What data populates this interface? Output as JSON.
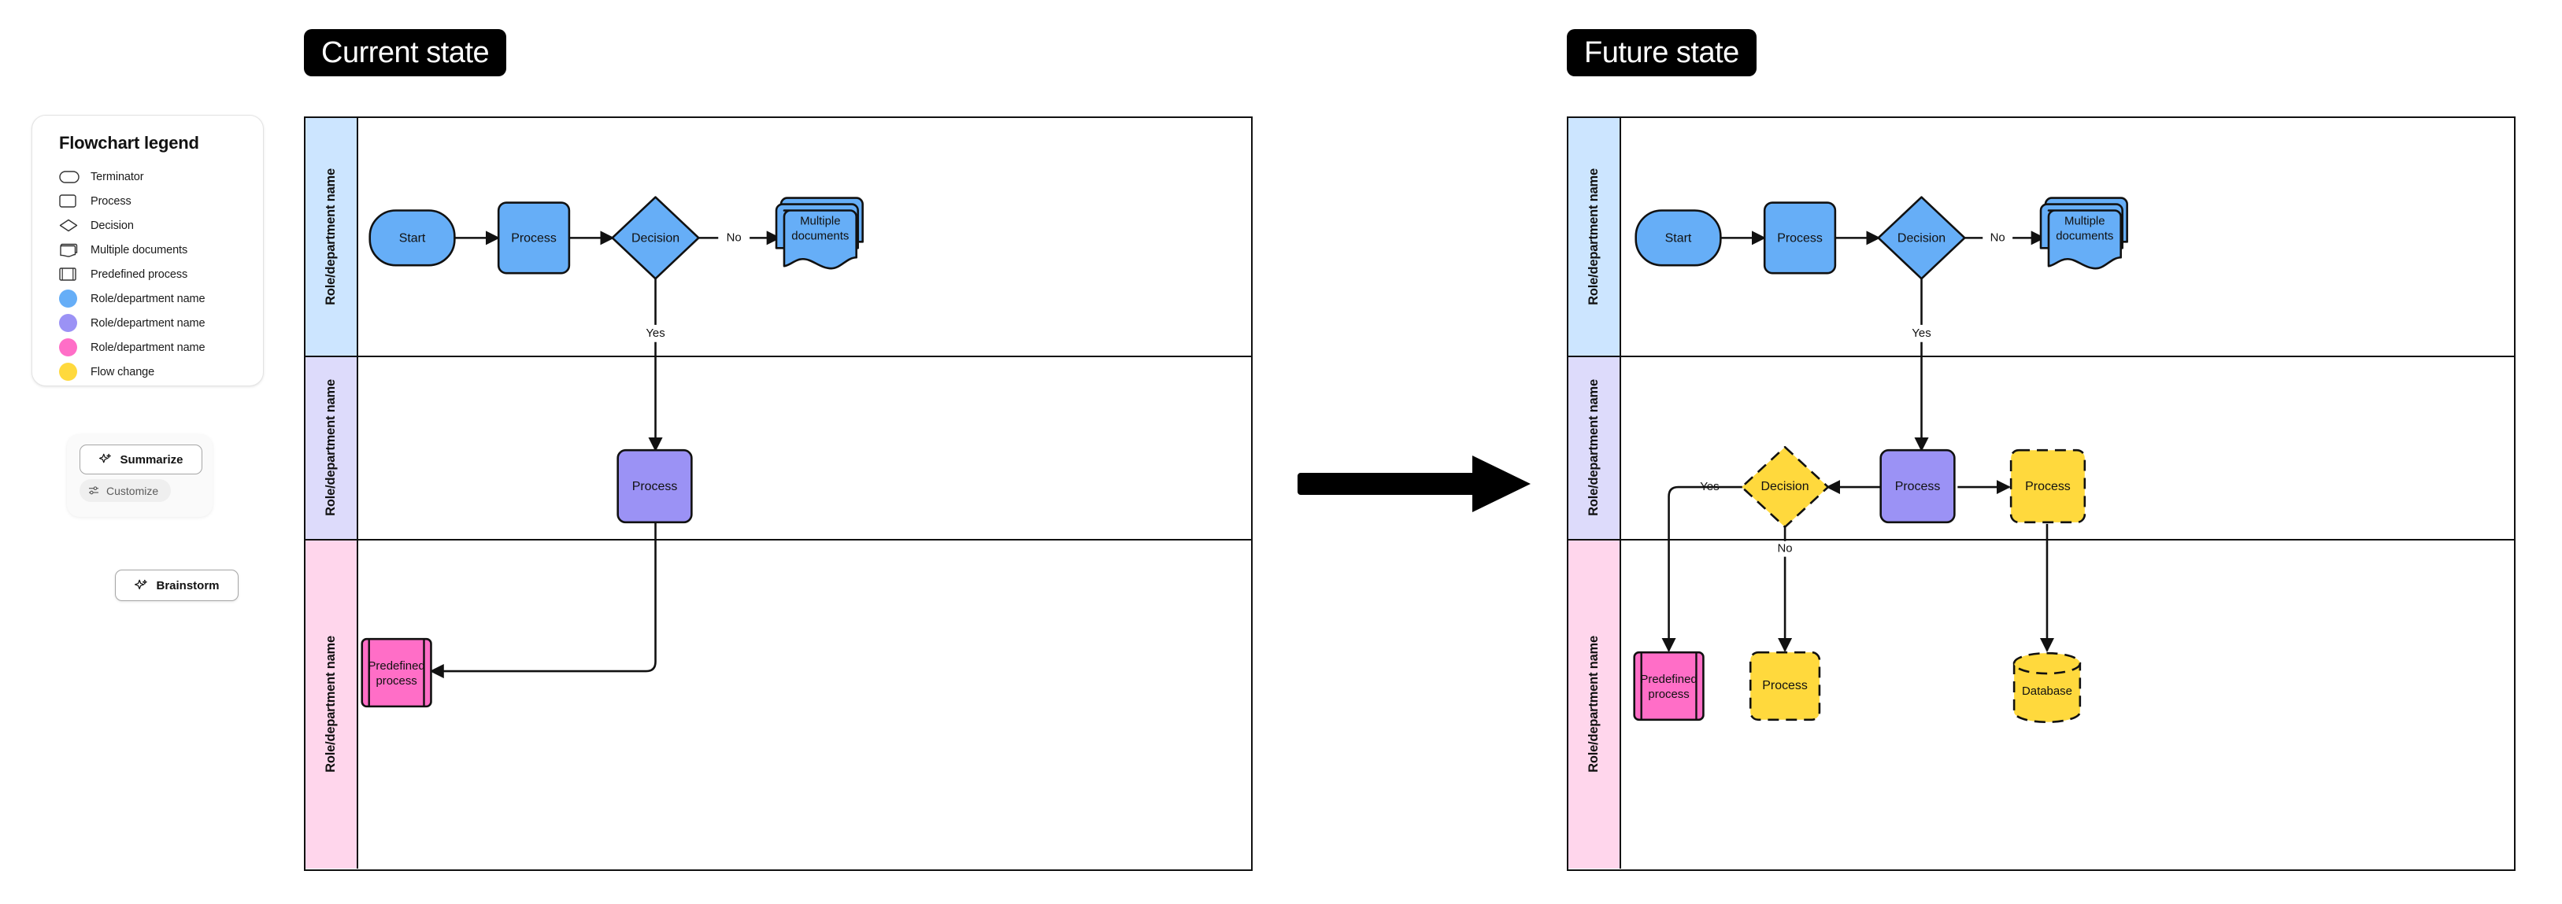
{
  "legend": {
    "title": "Flowchart legend",
    "items": [
      {
        "label": "Terminator",
        "icon": "terminator-shape-icon",
        "kind": "shape"
      },
      {
        "label": "Process",
        "icon": "process-shape-icon",
        "kind": "shape"
      },
      {
        "label": "Decision",
        "icon": "decision-shape-icon",
        "kind": "shape"
      },
      {
        "label": "Multiple documents",
        "icon": "multiple-documents-shape-icon",
        "kind": "shape"
      },
      {
        "label": "Predefined process",
        "icon": "predefined-process-shape-icon",
        "kind": "shape"
      },
      {
        "label": "Role/department name",
        "icon": "blue-swatch-icon",
        "kind": "swatch",
        "color": "#66AEF7"
      },
      {
        "label": "Role/department name",
        "icon": "purple-swatch-icon",
        "kind": "swatch",
        "color": "#9B92F5"
      },
      {
        "label": "Role/department name",
        "icon": "pink-swatch-icon",
        "kind": "swatch",
        "color": "#FF6EC7"
      },
      {
        "label": "Flow change",
        "icon": "yellow-swatch-icon",
        "kind": "swatch",
        "color": "#FFD93D"
      }
    ]
  },
  "ai_tools": {
    "summarize_label": "Summarize",
    "customize_label": "Customize",
    "brainstorm_label": "Brainstorm"
  },
  "panels": [
    {
      "id": "current",
      "title": "Current state",
      "lanes": [
        {
          "label": "Role/department name",
          "color": "#CCE5FF"
        },
        {
          "label": "Role/department name",
          "color": "#DDDBFB"
        },
        {
          "label": "Role/department name",
          "color": "#FFD6EC"
        }
      ],
      "nodes": [
        {
          "id": "start",
          "label": "Start",
          "shape": "terminator",
          "color": "#66AEF7",
          "dashed": false
        },
        {
          "id": "process1",
          "label": "Process",
          "shape": "process",
          "color": "#66AEF7",
          "dashed": false
        },
        {
          "id": "decision1",
          "label": "Decision",
          "shape": "decision",
          "color": "#66AEF7",
          "dashed": false
        },
        {
          "id": "docs1",
          "label": "Multiple documents",
          "shape": "multiple-documents",
          "color": "#66AEF7",
          "dashed": false
        },
        {
          "id": "process2",
          "label": "Process",
          "shape": "process",
          "color": "#9B92F5",
          "dashed": false
        },
        {
          "id": "predef1",
          "label": "Predefined process",
          "shape": "predefined-process",
          "color": "#FF6EC7",
          "dashed": false
        }
      ],
      "edge_labels": {
        "no": "No",
        "yes": "Yes"
      }
    },
    {
      "id": "future",
      "title": "Future state",
      "lanes": [
        {
          "label": "Role/department name",
          "color": "#CCE5FF"
        },
        {
          "label": "Role/department name",
          "color": "#DDDBFB"
        },
        {
          "label": "Role/department name",
          "color": "#FFD6EC"
        }
      ],
      "nodes": [
        {
          "id": "start",
          "label": "Start",
          "shape": "terminator",
          "color": "#66AEF7",
          "dashed": false
        },
        {
          "id": "process1",
          "label": "Process",
          "shape": "process",
          "color": "#66AEF7",
          "dashed": false
        },
        {
          "id": "decision1",
          "label": "Decision",
          "shape": "decision",
          "color": "#66AEF7",
          "dashed": false
        },
        {
          "id": "docs1",
          "label": "Multiple documents",
          "shape": "multiple-documents",
          "color": "#66AEF7",
          "dashed": false
        },
        {
          "id": "decision2",
          "label": "Decision",
          "shape": "decision",
          "color": "#FFD93D",
          "dashed": true
        },
        {
          "id": "process2",
          "label": "Process",
          "shape": "process",
          "color": "#9B92F5",
          "dashed": false
        },
        {
          "id": "process3",
          "label": "Process",
          "shape": "process",
          "color": "#FFD93D",
          "dashed": true
        },
        {
          "id": "predef1",
          "label": "Predefined process",
          "shape": "predefined-process",
          "color": "#FF6EC7",
          "dashed": false
        },
        {
          "id": "process4",
          "label": "Process",
          "shape": "process",
          "color": "#FFD93D",
          "dashed": true
        },
        {
          "id": "database1",
          "label": "Database",
          "shape": "database",
          "color": "#FFD93D",
          "dashed": true
        }
      ],
      "edge_labels": {
        "no1": "No",
        "yes1": "Yes",
        "yes2": "Yes",
        "no2": "No"
      }
    }
  ],
  "transition_arrow": {
    "name": "transition-arrow"
  }
}
